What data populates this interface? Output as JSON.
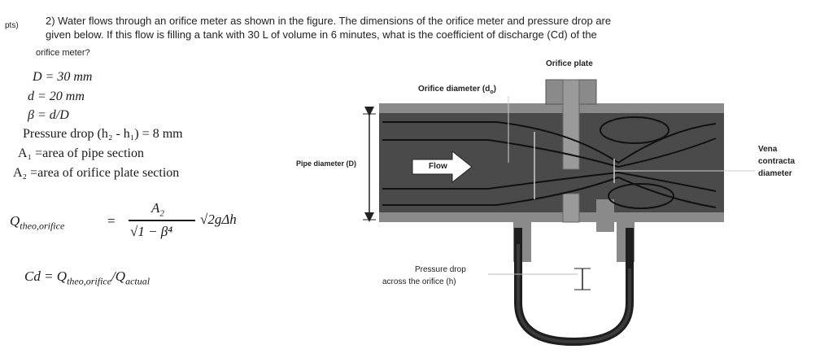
{
  "question": {
    "points": "pts)",
    "line1": "2) Water flows through an orifice meter as shown in the figure. The dimensions of the orifice meter and pressure drop are",
    "line2": "given below. If this flow is filling a tank with 30 L of volume in 6 minutes, what is the coefficient of discharge (Cd) of the",
    "line3": "orifice meter?"
  },
  "givens": {
    "D": "D = 30 mm",
    "d": "d = 20 mm",
    "beta": "β = d/D",
    "pressure_drop": "Pressure drop (h₂ - h₁) = 8 mm",
    "A1": "A₁ =area of pipe section",
    "A2": "A₂ =area of orifice plate section"
  },
  "formulas": {
    "q_lhs": "Q",
    "q_sub": "theo,orifice",
    "equals": "=",
    "numerator": "A",
    "numerator_sub": "2",
    "denominator": "√1 − β⁴",
    "root": "√2gΔh",
    "cd_line": "Cd = Q",
    "cd_sub1": "theo,orifice",
    "cd_mid": "/Q",
    "cd_sub2": "actual"
  },
  "diagram": {
    "orifice_plate": "Orifice plate",
    "orifice_diameter": "Orifice diameter (d",
    "orifice_diameter_sub": "o",
    "orifice_diameter_end": ")",
    "pipe_diameter": "Pipe diameter (D)",
    "flow": "Flow",
    "vena1": "Vena",
    "vena2": "contracta",
    "vena3": "diameter",
    "pressure_drop1": "Pressure drop",
    "pressure_drop2": "across the orifice (h)",
    "colors": {
      "pipe": "#4a4a4a",
      "plate": "#8a8a8a",
      "manometer": "#2a2a2a"
    }
  }
}
